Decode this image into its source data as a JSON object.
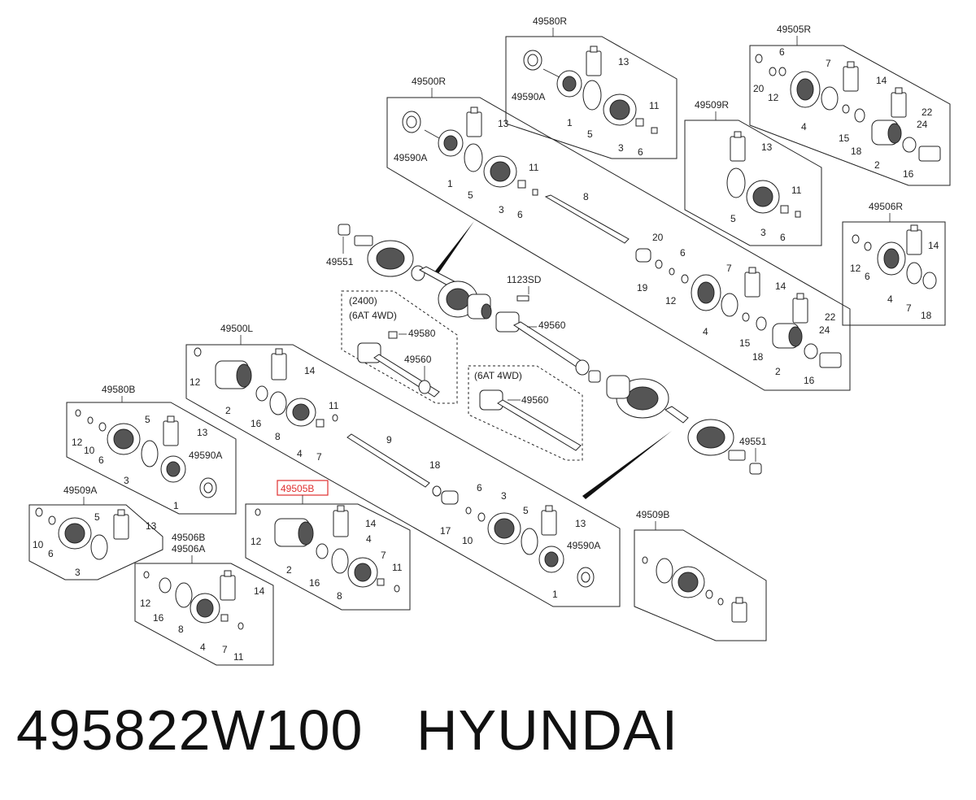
{
  "caption": {
    "part_number": "495822W100",
    "brand": "HYUNDAI"
  },
  "highlight": {
    "code": "49505B",
    "color": "#e03030"
  },
  "groups": {
    "g49580R": {
      "code": "49580R",
      "labels": [
        "49590A",
        "13",
        "1",
        "5",
        "11",
        "3",
        "6"
      ]
    },
    "g49505R": {
      "code": "49505R",
      "labels": [
        "6",
        "7",
        "14",
        "20",
        "12",
        "22",
        "4",
        "15",
        "24",
        "18",
        "2",
        "16"
      ]
    },
    "g49500R": {
      "code": "49500R",
      "labels": [
        "13",
        "49590A",
        "1",
        "5",
        "11",
        "3",
        "6",
        "8",
        "20",
        "6",
        "19",
        "12",
        "7",
        "14",
        "4",
        "15",
        "22",
        "18",
        "24",
        "2",
        "16"
      ]
    },
    "g49509R": {
      "code": "49509R",
      "labels": [
        "13",
        "11",
        "5",
        "3",
        "6"
      ]
    },
    "g49506R": {
      "code": "49506R",
      "labels": [
        "14",
        "12",
        "6",
        "4",
        "7",
        "18"
      ]
    },
    "main": {
      "labels": [
        "49551",
        "1123SD",
        "49560",
        "49551"
      ]
    },
    "g2400": {
      "title1": "(2400)",
      "title2": "(6AT 4WD)",
      "labels": [
        "49580",
        "49560"
      ]
    },
    "g6at": {
      "title": "(6AT 4WD)",
      "labels": [
        "49560"
      ]
    },
    "g49500L": {
      "code": "49500L",
      "labels": [
        "12",
        "2",
        "14",
        "16",
        "8",
        "11",
        "4",
        "7",
        "9",
        "18",
        "17",
        "10",
        "6",
        "3",
        "5",
        "13",
        "49590A",
        "1"
      ]
    },
    "g49580B": {
      "code": "49580B",
      "labels": [
        "12",
        "10",
        "6",
        "5",
        "13",
        "3",
        "49590A",
        "1"
      ]
    },
    "g49509A": {
      "code": "49509A",
      "labels": [
        "5",
        "13",
        "10",
        "6",
        "3"
      ]
    },
    "g49506B": {
      "code1": "49506B",
      "code2": "49506A",
      "labels": [
        "14",
        "12",
        "16",
        "8",
        "4",
        "7",
        "11"
      ]
    },
    "g49505B": {
      "code": "49505B",
      "labels": [
        "14",
        "12",
        "4",
        "2",
        "7",
        "16",
        "11",
        "8"
      ]
    },
    "g49509B": {
      "code": "49509B"
    }
  }
}
